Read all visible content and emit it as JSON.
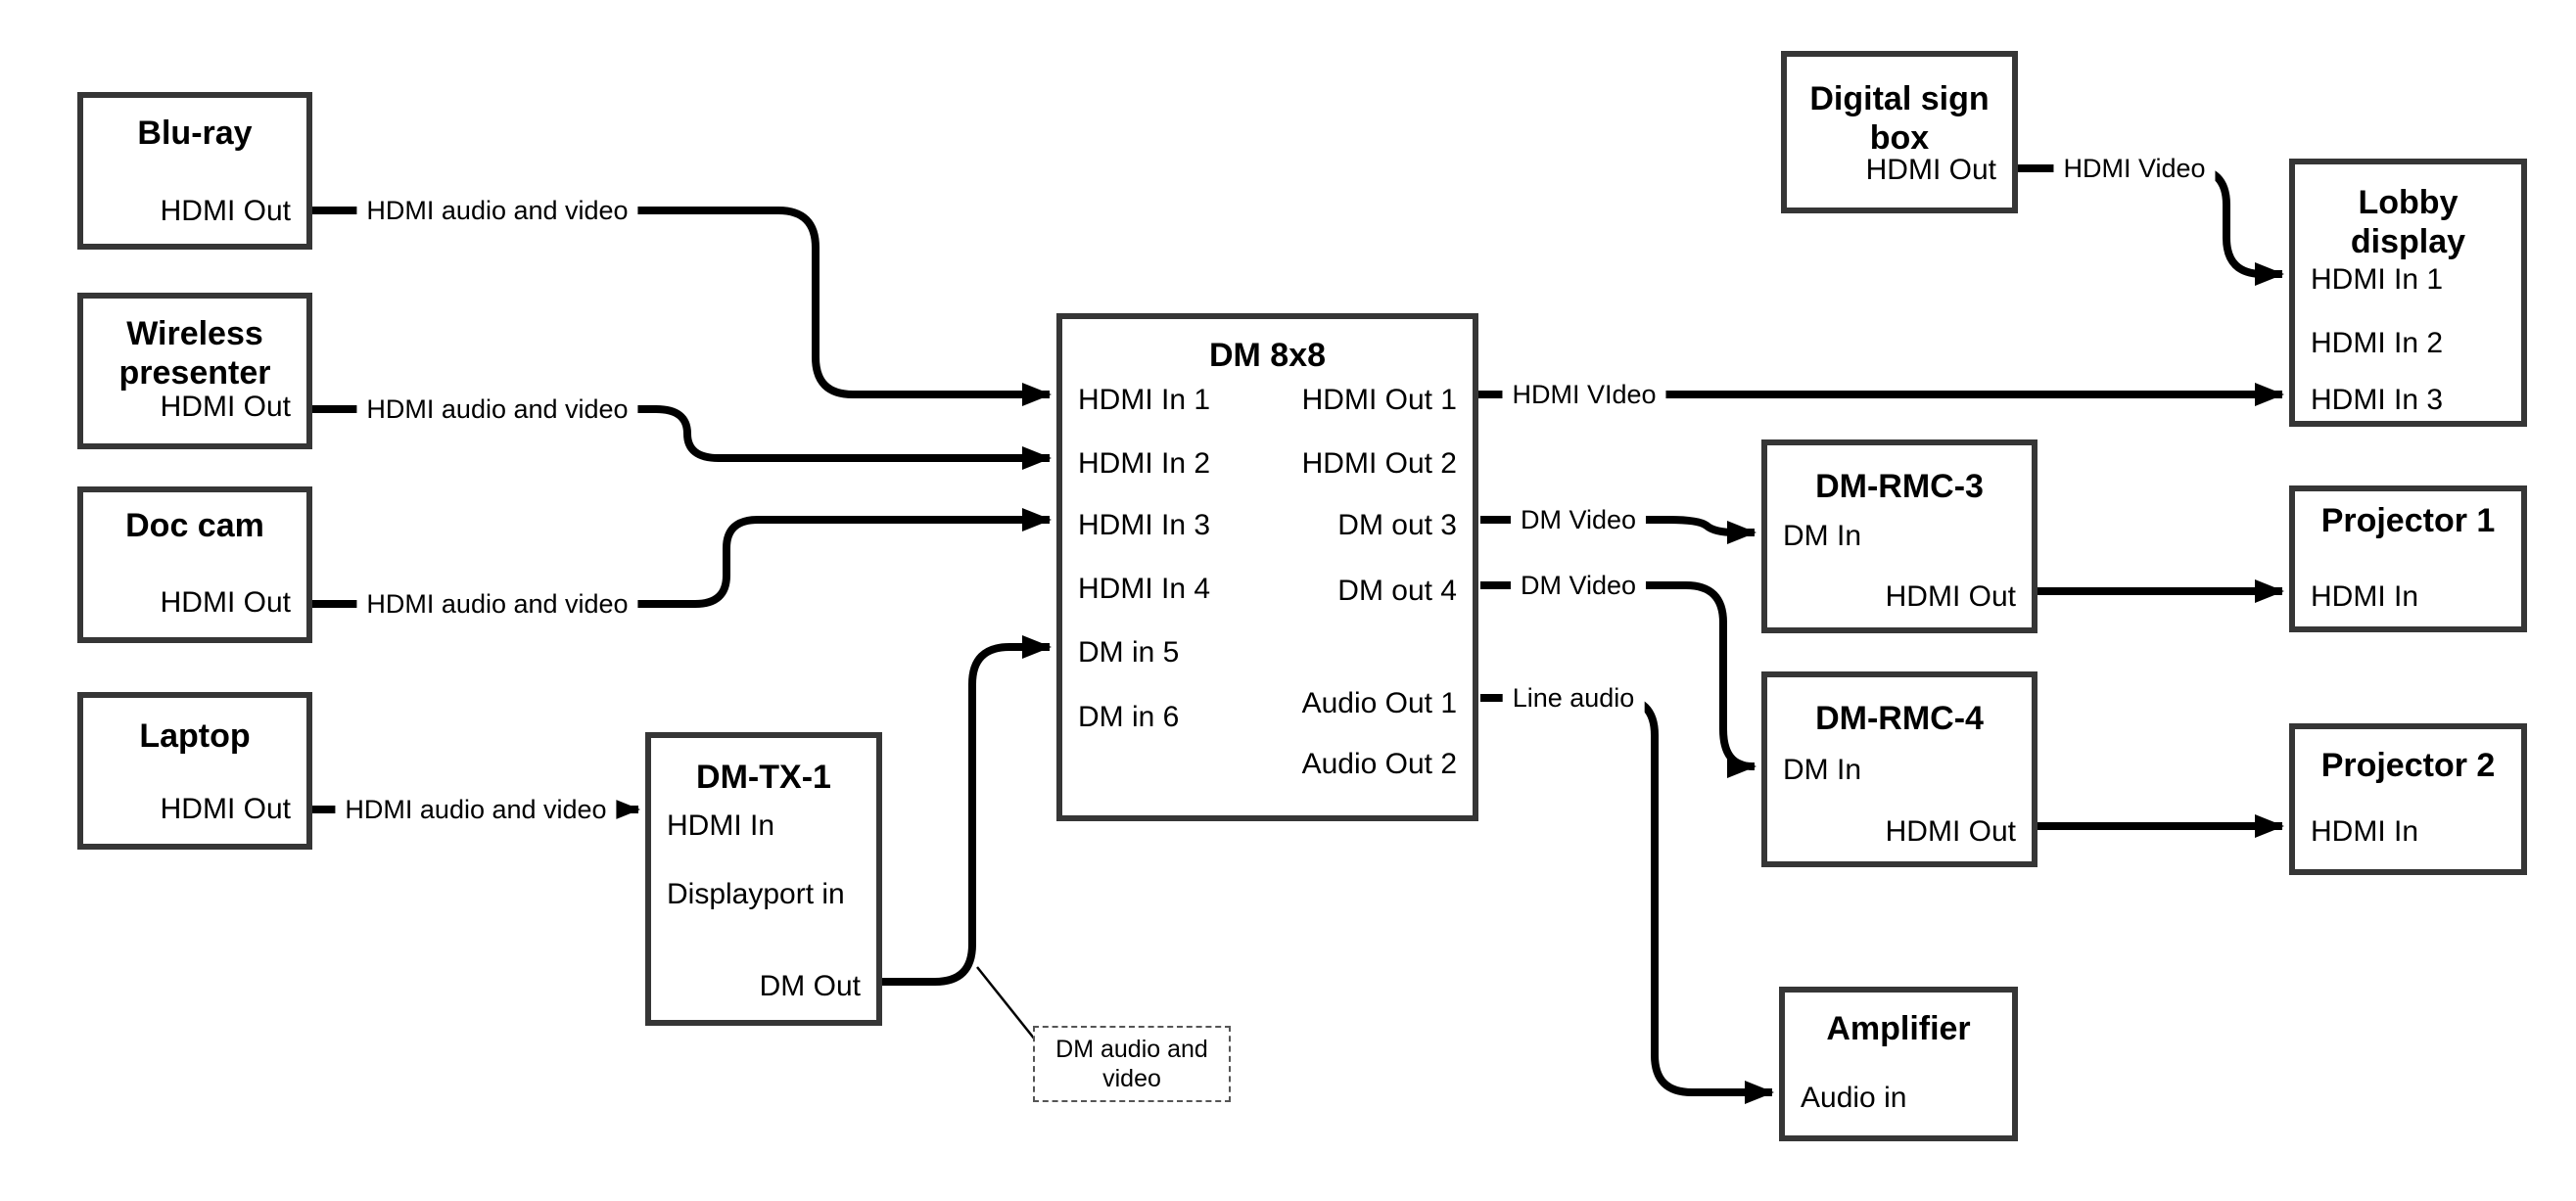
{
  "colors": {
    "line": "#000000",
    "box_border": "#363636",
    "background": "#ffffff",
    "callout_border": "#555555"
  },
  "nodes": {
    "bluray": {
      "title": "Blu-ray",
      "ports": {
        "hdmi_out": "HDMI Out"
      }
    },
    "wireless": {
      "title": "Wireless presenter",
      "ports": {
        "hdmi_out": "HDMI Out"
      }
    },
    "doccam": {
      "title": "Doc cam",
      "ports": {
        "hdmi_out": "HDMI Out"
      }
    },
    "laptop": {
      "title": "Laptop",
      "ports": {
        "hdmi_out": "HDMI Out"
      }
    },
    "dmtx1": {
      "title": "DM-TX-1",
      "ports": {
        "hdmi_in": "HDMI In",
        "dp_in": "Displayport in",
        "dm_out": "DM Out"
      }
    },
    "dm8x8": {
      "title": "DM 8x8",
      "ports": {
        "in1": "HDMI In 1",
        "in2": "HDMI In 2",
        "in3": "HDMI In 3",
        "in4": "HDMI In 4",
        "in5": "DM in 5",
        "in6": "DM in 6",
        "out1": "HDMI Out 1",
        "out2": "HDMI Out 2",
        "out3": "DM out 3",
        "out4": "DM out 4",
        "aout1": "Audio Out 1",
        "aout2": "Audio Out 2"
      }
    },
    "digital_sign": {
      "title": "Digital sign box",
      "ports": {
        "hdmi_out": "HDMI Out"
      }
    },
    "lobby": {
      "title": "Lobby display",
      "ports": {
        "in1": "HDMI In 1",
        "in2": "HDMI In 2",
        "in3": "HDMI In 3"
      }
    },
    "rmc3": {
      "title": "DM-RMC-3",
      "ports": {
        "dm_in": "DM In",
        "hdmi_out": "HDMI Out"
      }
    },
    "proj1": {
      "title": "Projector 1",
      "ports": {
        "hdmi_in": "HDMI In"
      }
    },
    "rmc4": {
      "title": "DM-RMC-4",
      "ports": {
        "dm_in": "DM In",
        "hdmi_out": "HDMI Out"
      }
    },
    "proj2": {
      "title": "Projector 2",
      "ports": {
        "hdmi_in": "HDMI In"
      }
    },
    "amp": {
      "title": "Amplifier",
      "ports": {
        "audio_in": "Audio in"
      }
    }
  },
  "edge_labels": {
    "bluray_to_in1": "HDMI audio and video",
    "wireless_to_in2": "HDMI audio and video",
    "doccam_to_in3": "HDMI audio and video",
    "laptop_to_tx1": "HDMI audio and video",
    "out1_to_lobby": "HDMI VIdeo",
    "out3_to_rmc3": "DM Video",
    "out4_to_rmc4": "DM Video",
    "aout1_to_amp": "Line audio",
    "sign_to_lobby": "HDMI Video"
  },
  "callout": {
    "text": "DM audio and video"
  }
}
